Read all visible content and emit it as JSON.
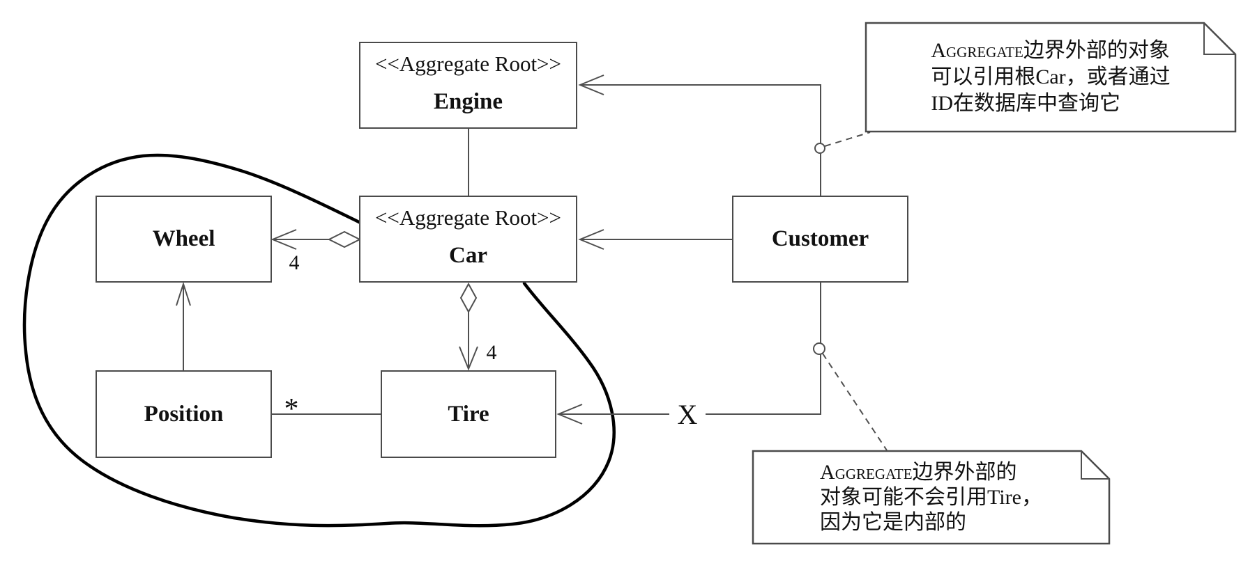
{
  "boxes": {
    "engine": {
      "stereotype": "<<Aggregate Root>>",
      "name": "Engine"
    },
    "car": {
      "stereotype": "<<Aggregate Root>>",
      "name": "Car"
    },
    "wheel": {
      "name": "Wheel"
    },
    "position": {
      "name": "Position"
    },
    "tire": {
      "name": "Tire"
    },
    "customer": {
      "name": "Customer"
    }
  },
  "labels": {
    "wheel_multiplicity": "4",
    "tire_multiplicity": "4",
    "position_multiplicity": "*",
    "forbidden_x": "X"
  },
  "notes": {
    "top": {
      "lines": [
        {
          "caps": "Aggregate",
          "rest": "边界外部的对象"
        },
        {
          "caps": "",
          "rest": "可以引用根Car，或者通过"
        },
        {
          "caps": "",
          "rest": "ID在数据库中查询它"
        }
      ]
    },
    "bottom": {
      "lines": [
        {
          "caps": "Aggregate",
          "rest": "边界外部的"
        },
        {
          "caps": "",
          "rest": "对象可能不会引用Tire，"
        },
        {
          "caps": "",
          "rest": "因为它是内部的"
        }
      ]
    }
  },
  "colors": {
    "background": "#ffffff",
    "connector": "#4f4f4f",
    "boundary": "#000000",
    "text": "#111111"
  }
}
